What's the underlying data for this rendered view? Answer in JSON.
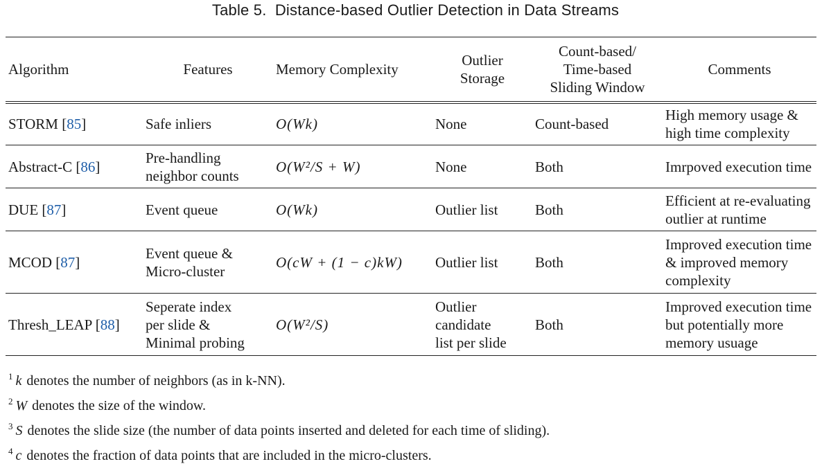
{
  "caption": {
    "label": "Table 5.",
    "title": "Distance-based Outlier Detection in Data Streams"
  },
  "columns": {
    "algorithm": "Algorithm",
    "features": "Features",
    "memory": "Memory Complexity",
    "storage_1": "Outlier",
    "storage_2": "Storage",
    "window_1": "Count-based/",
    "window_2": "Time-based",
    "window_3": "Sliding Window",
    "comments": "Comments"
  },
  "rows": [
    {
      "algorithm": "STORM [",
      "ref": "85",
      "features": [
        "Safe inliers"
      ],
      "memory": "O(Wk)",
      "storage": [
        "None"
      ],
      "window": "Count-based",
      "comments": [
        "High memory usage &",
        "high time complexity"
      ]
    },
    {
      "algorithm": "Abstract-C [",
      "ref": "86",
      "features": [
        "Pre-handling",
        "neighbor counts"
      ],
      "memory": "O(W²/S + W)",
      "storage": [
        "None"
      ],
      "window": "Both",
      "comments": [
        "Imrpoved execution time"
      ]
    },
    {
      "algorithm": "DUE [",
      "ref": "87",
      "features": [
        "Event queue"
      ],
      "memory": "O(Wk)",
      "storage": [
        "Outlier list"
      ],
      "window": "Both",
      "comments": [
        "Efficient at re-evaluating",
        "outlier at runtime"
      ]
    },
    {
      "algorithm": "MCOD [",
      "ref": "87",
      "features": [
        "Event queue &",
        "Micro-cluster"
      ],
      "memory": "O(cW + (1 − c)kW)",
      "storage": [
        "Outlier list"
      ],
      "window": "Both",
      "comments": [
        "Improved execution time",
        "& improved memory",
        "complexity"
      ]
    },
    {
      "algorithm": "Thresh_LEAP [",
      "ref": "88",
      "features": [
        "Seperate index",
        "per slide &",
        "Minimal probing"
      ],
      "memory": "O(W²/S)",
      "storage": [
        "Outlier",
        "candidate",
        "list per slide"
      ],
      "window": "Both",
      "comments": [
        "Improved execution time",
        "but potentially more",
        "memory usuage"
      ]
    }
  ],
  "closing_bracket": "]",
  "notes": [
    {
      "num": "1",
      "var": "k",
      "text": "denotes the number of neighbors (as in k-NN)."
    },
    {
      "num": "2",
      "var": "W",
      "text": "denotes the size of the window."
    },
    {
      "num": "3",
      "var": "S",
      "text": "denotes the slide size (the number of data points inserted and deleted for each time of sliding)."
    },
    {
      "num": "4",
      "var": "c",
      "text": "denotes the fraction of data points that are included in the micro-clusters."
    }
  ]
}
